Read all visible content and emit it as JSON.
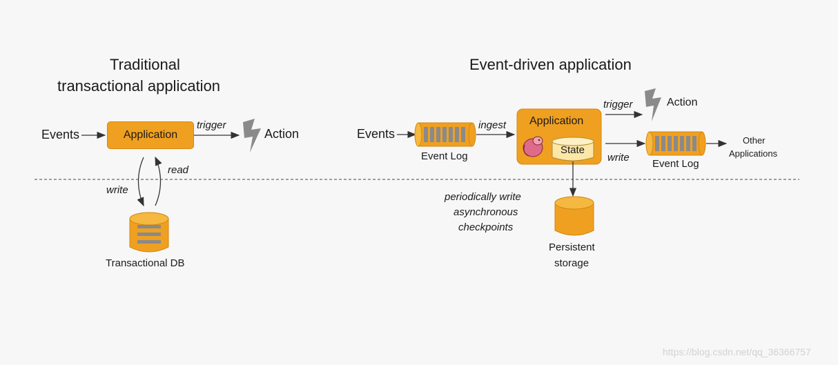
{
  "left": {
    "title_line1": "Traditional",
    "title_line2": "transactional application",
    "events": "Events",
    "application": "Application",
    "trigger": "trigger",
    "action": "Action",
    "read": "read",
    "write": "write",
    "db_label": "Transactional DB"
  },
  "right": {
    "title": "Event-driven application",
    "events": "Events",
    "event_log_in": "Event Log",
    "ingest": "ingest",
    "application": "Application",
    "state": "State",
    "trigger": "trigger",
    "action": "Action",
    "write": "write",
    "event_log_out": "Event Log",
    "other_line1": "Other",
    "other_line2": "Applications",
    "checkpoint_line1": "periodically write",
    "checkpoint_line2": "asynchronous",
    "checkpoint_line3": "checkpoints",
    "storage_line1": "Persistent",
    "storage_line2": "storage"
  },
  "watermark": "https://blog.csdn.net/qq_36366757",
  "colors": {
    "orange": "#f0a020",
    "dark_orange": "#d4850f",
    "state_fill": "#fbe7a8",
    "bolt": "#8a8a8a"
  }
}
